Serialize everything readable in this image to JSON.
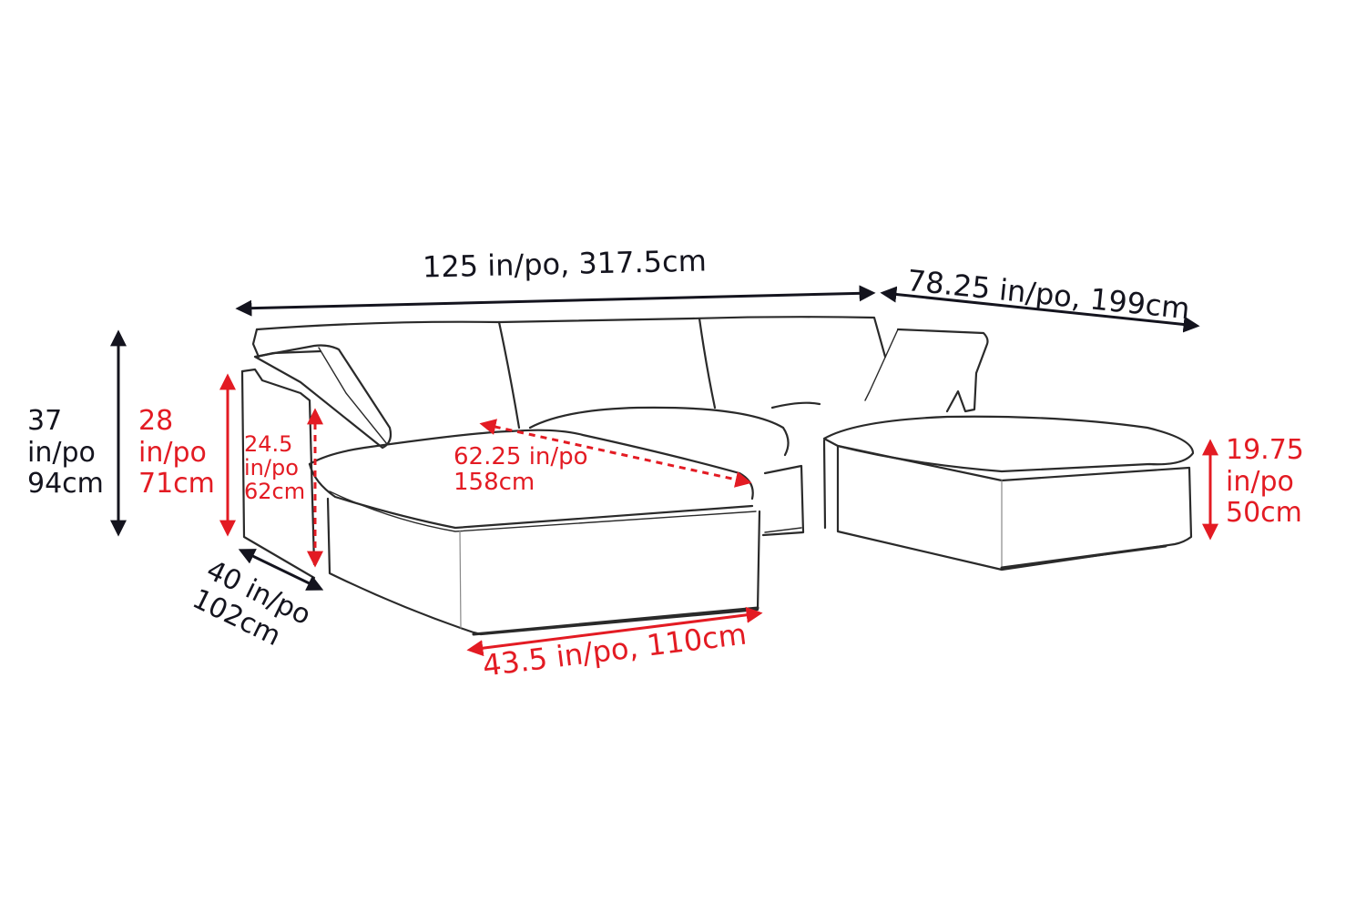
{
  "figure": {
    "subject": "U-shaped modular sectional sofa with chaise and ottoman",
    "colors": {
      "overall_dimensions": "#14141e",
      "detail_dimensions": "#e31b23",
      "line_art": "#2a2a2a"
    }
  },
  "dimensions": {
    "overall_width": {
      "label": "125 in/po, 317.5cm"
    },
    "right_depth": {
      "label": "78.25 in/po, 199cm"
    },
    "overall_height": {
      "line1": "37",
      "line2": "in/po",
      "line3": "94cm"
    },
    "back_height": {
      "line1": "28",
      "line2": "in/po",
      "line3": "71cm"
    },
    "arm_height": {
      "line1": "24.5",
      "line2": "in/po",
      "line3": "62cm"
    },
    "chaise_seat_length": {
      "line1": "62.25 in/po",
      "line2": "158cm"
    },
    "ottoman_height": {
      "line1": "19.75",
      "line2": "in/po",
      "line3": "50cm"
    },
    "overall_depth": {
      "line1": "40 in/po",
      "line2": "102cm"
    },
    "chaise_width": {
      "label": "43.5 in/po, 110cm"
    }
  }
}
